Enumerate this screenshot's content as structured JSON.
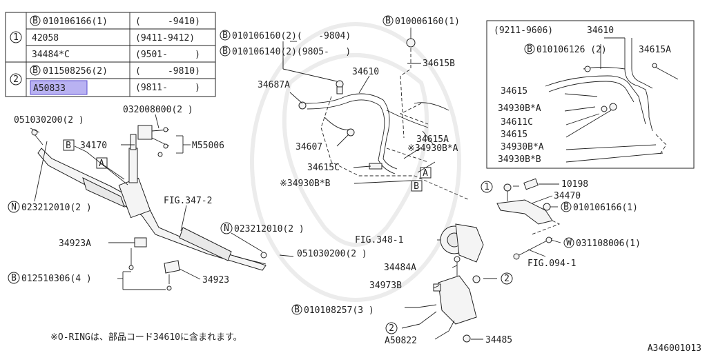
{
  "table": {
    "group1_marker": "1",
    "group2_marker": "2",
    "rows": [
      {
        "part": "010106166(1)",
        "part_prefix": "B",
        "range": "(     -9410)"
      },
      {
        "part": "42058",
        "part_prefix": "",
        "range": "(9411-9412)"
      },
      {
        "part": "34484*C",
        "part_prefix": "",
        "range": "(9501-     )"
      },
      {
        "part": "011508256(2)",
        "part_prefix": "B",
        "range": "(     -9810)"
      },
      {
        "part": "A50833",
        "part_prefix": "",
        "range": "(9811-     )",
        "highlighted": true
      }
    ]
  },
  "inset": {
    "range": "(9211-9606)",
    "title_part": "34610",
    "bolt": "010106126 (2)",
    "bolt_prefix": "B",
    "labels": [
      "34615A",
      "34615",
      "34930B*A",
      "34611C",
      "34615",
      "34930B*A",
      "34930B*B"
    ]
  },
  "labels": {
    "l01": "051030200(2 )",
    "l02": "032008000(2 )",
    "l03": "M55006",
    "l04": "34170",
    "l05": "023212010(2 )",
    "l06": "FIG.347-2",
    "l07": "34923A",
    "l08": "023212010(2 )",
    "l09": "051030200(2 )",
    "l10": "012510306(4 )",
    "l11": "34923",
    "l12": "010106160(2)(   -9804)",
    "l13": "010106140(2)(9805-   )",
    "l14": "010006160(1)",
    "l15": "34615B",
    "l16": "34687A",
    "l17": "34610",
    "l18": "34615A",
    "l19": "※34930B*A",
    "l20": "34607",
    "l21": "34615C",
    "l22": "※34930B*B",
    "l23": "FIG.348-1",
    "l24": "34484A",
    "l25": "34973B",
    "l26": "010108257(3 )",
    "l27": "A50822",
    "l28": "34485",
    "l29": "10198",
    "l30": "34470",
    "l31": "010106166(1)",
    "l32": "031108006(1)",
    "l33": "FIG.094-1"
  },
  "markers": {
    "B": "B",
    "N": "N",
    "W": "W",
    "A": "A",
    "one": "1",
    "two": "2"
  },
  "note": "※O-RINGは、部品コード34610に含まれます。",
  "diagram_code": "A346001013"
}
